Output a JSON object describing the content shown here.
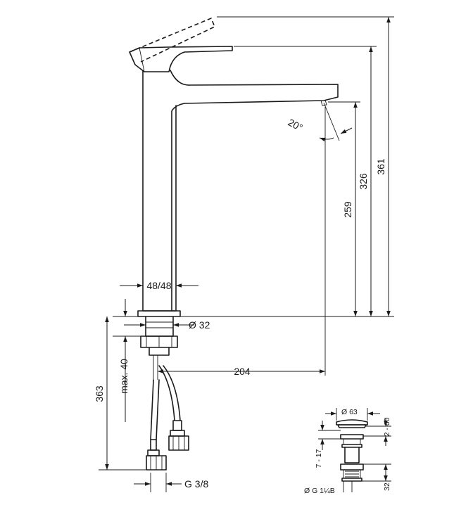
{
  "dimensions": {
    "total_height": "361",
    "lever_height": "326",
    "spout_height": "259",
    "base_width": "48/48",
    "shank_diameter": "Ø 32",
    "max_deck_thickness": "max. 40",
    "below_deck_length": "363",
    "spout_reach": "204",
    "connection_thread": "G 3/8",
    "spray_angle": "20°"
  },
  "waste_detail": {
    "cap_diameter": "Ø 63",
    "stroke": "2 - 60",
    "deck_range": "7 - 17",
    "thread": "Ø G 1¼B",
    "lower_height": "32"
  }
}
